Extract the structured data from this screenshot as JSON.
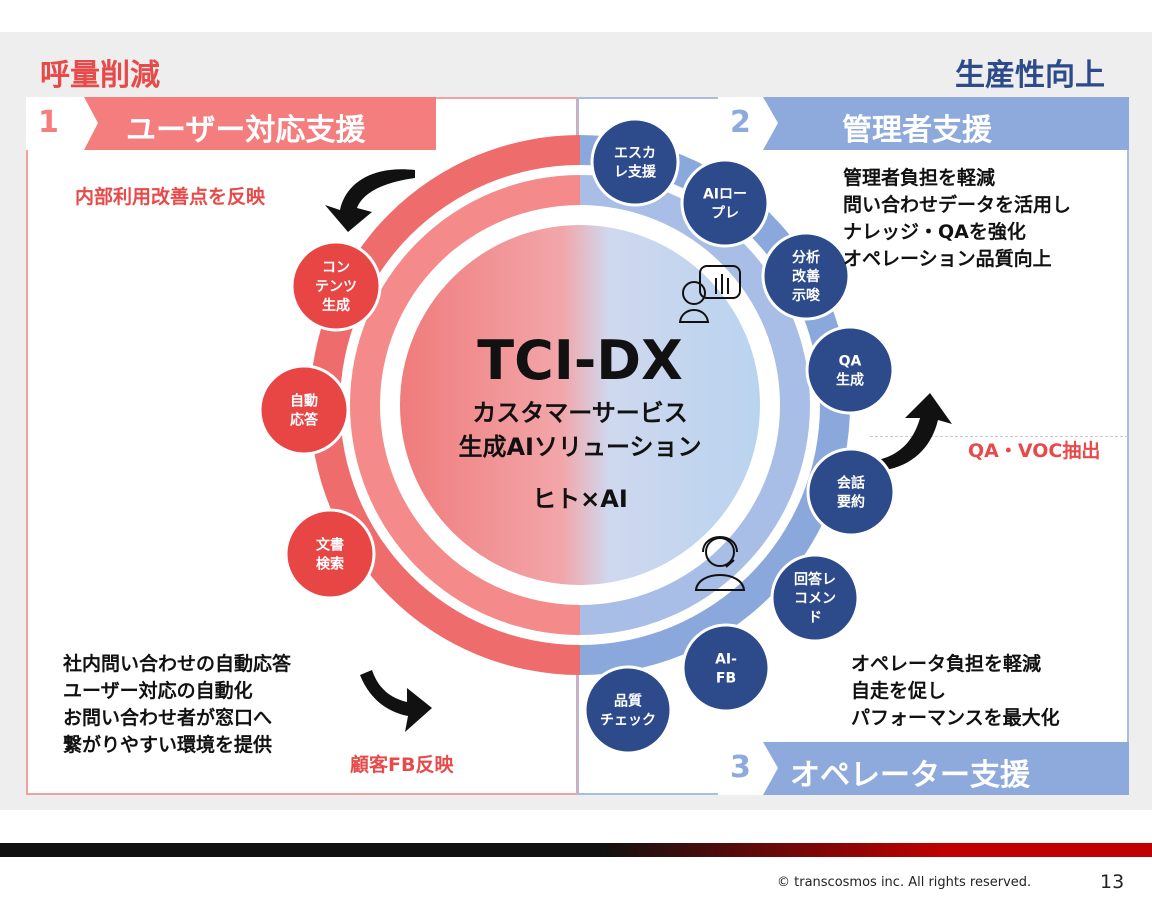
{
  "corner_left": "呼量削減",
  "corner_right": "生産性向上",
  "section1": {
    "number": "1",
    "title": "ユーザー対応支援"
  },
  "section2": {
    "number": "2",
    "title": "管理者支援"
  },
  "section3": {
    "number": "3",
    "title": "オペレーター支援"
  },
  "top_left_label": "内部利用改善点を反映",
  "bottom_left_label": "顧客FB反映",
  "right_label": "QA・VOC抽出",
  "left_description": [
    "社内問い合わせの自動応答",
    "ユーザー対応の自動化",
    "お問い合わせ者が窓口へ",
    "繋がりやすい環境を提供"
  ],
  "manager_description": [
    "管理者負担を軽減",
    "問い合わせデータを活用し",
    "ナレッジ・QAを強化",
    "オペレーション品質向上"
  ],
  "operator_description": [
    "オペレータ負担を軽減",
    "自走を促し",
    "パフォーマンスを最大化"
  ],
  "center": {
    "title": "TCI-DX",
    "subtitle1": "カスタマーサービス",
    "subtitle2": "生成AIソリューション",
    "tagline": "ヒト×AI"
  },
  "left_nodes": [
    {
      "l1": "コン",
      "l2": "テンツ",
      "l3": "生成"
    },
    {
      "l1": "自動",
      "l2": "応答",
      "l3": ""
    },
    {
      "l1": "文書",
      "l2": "検索",
      "l3": ""
    }
  ],
  "right_nodes": [
    {
      "l1": "エスカ",
      "l2": "レ支援",
      "l3": ""
    },
    {
      "l1": "AIロー",
      "l2": "プレ",
      "l3": ""
    },
    {
      "l1": "分析",
      "l2": "改善",
      "l3": "示唆"
    },
    {
      "l1": "QA",
      "l2": "生成",
      "l3": ""
    },
    {
      "l1": "会話",
      "l2": "要約",
      "l3": ""
    },
    {
      "l1": "回答レ",
      "l2": "コメン",
      "l3": "ド"
    },
    {
      "l1": "AI-",
      "l2": "FB",
      "l3": ""
    },
    {
      "l1": "品質",
      "l2": "チェック",
      "l3": ""
    }
  ],
  "footer": {
    "copyright": "© transcosmos inc. All rights reserved.",
    "page_number": "13"
  },
  "colors": {
    "red": "#e84a4a",
    "blue": "#2d4a8a",
    "bar_dark": "#111111",
    "bar_red": "#c00000"
  }
}
